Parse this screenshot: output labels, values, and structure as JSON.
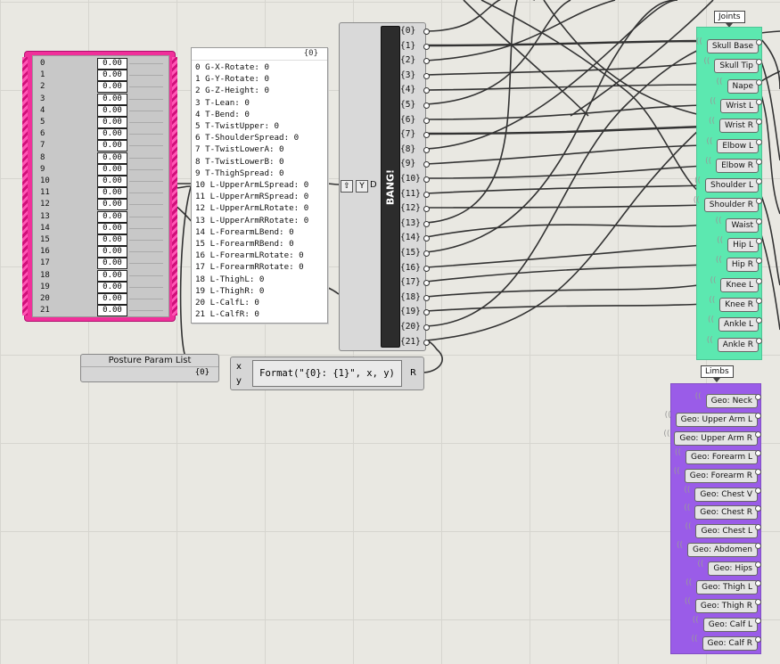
{
  "slider_panel": {
    "rows": [
      {
        "index": "0",
        "value": "0.00"
      },
      {
        "index": "1",
        "value": "0.00"
      },
      {
        "index": "2",
        "value": "0.00"
      },
      {
        "index": "3",
        "value": "0.00"
      },
      {
        "index": "4",
        "value": "0.00"
      },
      {
        "index": "5",
        "value": "0.00"
      },
      {
        "index": "6",
        "value": "0.00"
      },
      {
        "index": "7",
        "value": "0.00"
      },
      {
        "index": "8",
        "value": "0.00"
      },
      {
        "index": "9",
        "value": "0.00"
      },
      {
        "index": "10",
        "value": "0.00"
      },
      {
        "index": "11",
        "value": "0.00"
      },
      {
        "index": "12",
        "value": "0.00"
      },
      {
        "index": "13",
        "value": "0.00"
      },
      {
        "index": "14",
        "value": "0.00"
      },
      {
        "index": "15",
        "value": "0.00"
      },
      {
        "index": "16",
        "value": "0.00"
      },
      {
        "index": "17",
        "value": "0.00"
      },
      {
        "index": "18",
        "value": "0.00"
      },
      {
        "index": "19",
        "value": "0.00"
      },
      {
        "index": "20",
        "value": "0.00"
      },
      {
        "index": "21",
        "value": "0.00"
      }
    ]
  },
  "text_panel": {
    "header": "{0}",
    "lines": [
      "0 G-X-Rotate: 0",
      "1 G-Y-Rotate: 0",
      "2 G-Z-Height: 0",
      "3 T-Lean: 0",
      "4 T-Bend: 0",
      "5 T-TwistUpper: 0",
      "6 T-ShoulderSpread: 0",
      "7 T-TwistLowerA: 0",
      "8 T-TwistLowerB: 0",
      "9 T-ThighSpread: 0",
      "10 L-UpperArmLSpread: 0",
      "11 L-UpperArmRSpread: 0",
      "12 L-UpperArmLRotate: 0",
      "13 L-UpperArmRRotate: 0",
      "14 L-ForearmLBend: 0",
      "15 L-ForearmRBend: 0",
      "16 L-ForearmLRotate: 0",
      "17 L-ForearmRRotate: 0",
      "18 L-ThighL: 0",
      "19 L-ThighR: 0",
      "20 L-CalfL: 0",
      "21 L-CalfR: 0"
    ]
  },
  "bang": {
    "label": "BANG!",
    "input_label": "D",
    "icon_up": "⇧",
    "icon_y": "Y",
    "outputs": [
      "{0}",
      "{1}",
      "{2}",
      "{3}",
      "{4}",
      "{5}",
      "{6}",
      "{7}",
      "{8}",
      "{9}",
      "{10}",
      "{11}",
      "{12}",
      "{13}",
      "{14}",
      "{15}",
      "{16}",
      "{17}",
      "{18}",
      "{19}",
      "{20}",
      "{21}"
    ]
  },
  "posture": {
    "title": "Posture Param List",
    "branch": "{0}"
  },
  "format": {
    "input_x": "x",
    "input_y": "y",
    "code": "Format(\"{0}: {1}\", x, y)",
    "output": "R"
  },
  "joints": {
    "title": "Joints",
    "items": [
      "Skull Base",
      "Skull Tip",
      "Nape",
      "Wrist L",
      "Wrist R",
      "Elbow L",
      "Elbow R",
      "Shoulder L",
      "Shoulder R",
      "Waist",
      "Hip L",
      "Hip R",
      "Knee L",
      "Knee R",
      "Ankle L",
      "Ankle R"
    ]
  },
  "limbs": {
    "title": "Limbs",
    "items": [
      "Geo: Neck",
      "Geo: Upper Arm L",
      "Geo: Upper Arm R",
      "Geo: Forearm L",
      "Geo: Forearm R",
      "Geo: Chest V",
      "Geo: Chest R",
      "Geo: Chest L",
      "Geo: Abdomen",
      "Geo: Hips",
      "Geo: Thigh L",
      "Geo: Thigh R",
      "Geo: Calf L",
      "Geo: Calf R"
    ]
  },
  "colors": {
    "slider_group": "#f0309a",
    "joints_group": "#5ce8b0",
    "limbs_group": "#9a5ce8",
    "canvas": "#e9e8e2"
  }
}
